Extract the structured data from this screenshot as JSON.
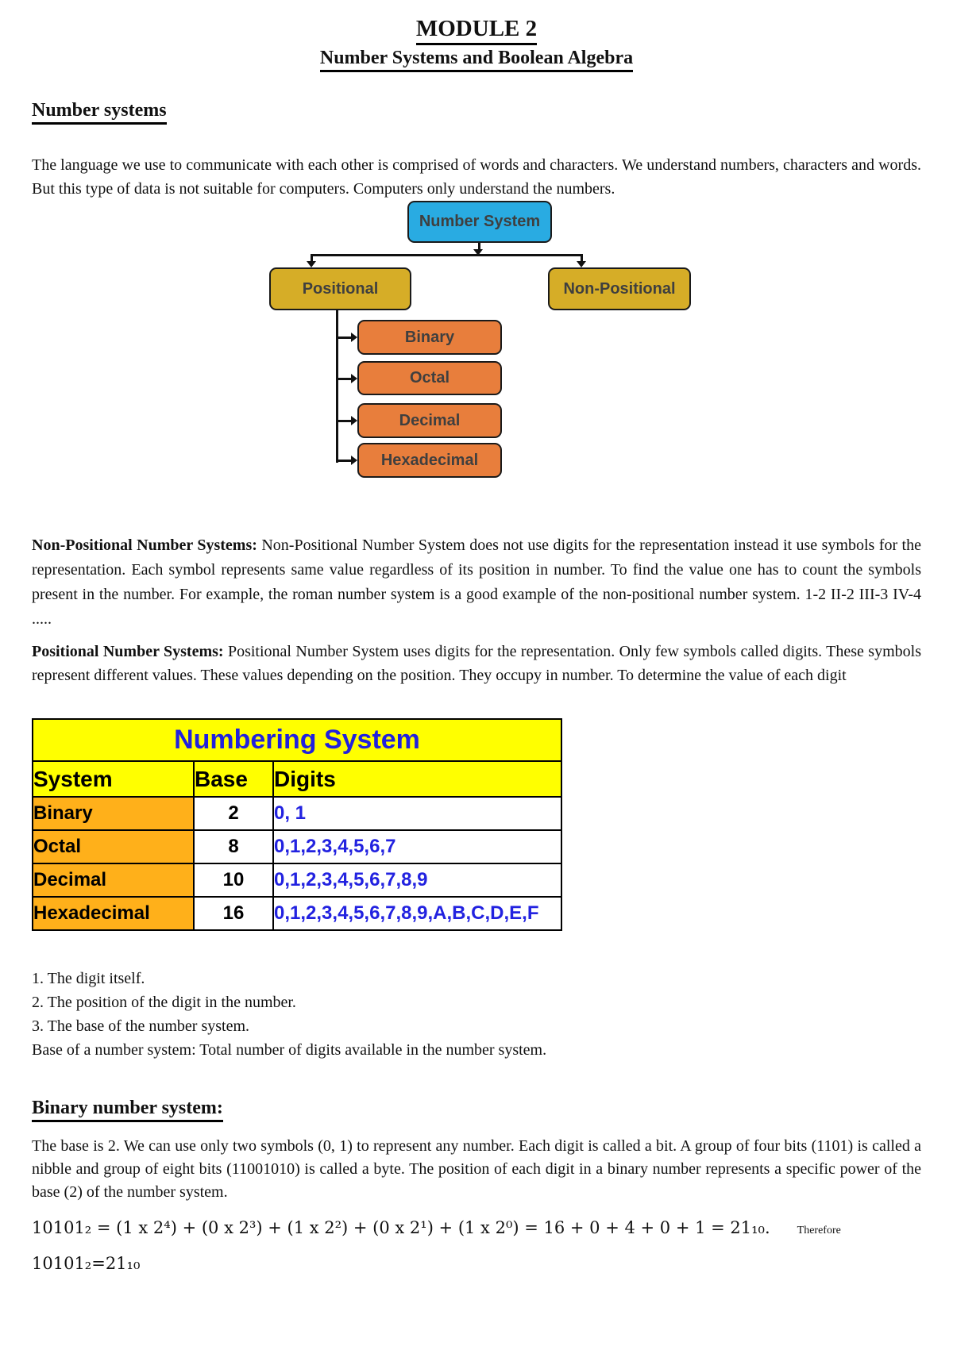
{
  "header": {
    "title": "MODULE 2",
    "subtitle": "Number Systems and Boolean Algebra"
  },
  "number_systems": {
    "heading": "Number systems",
    "intro": "The language we use to communicate with each other is comprised of words and characters. We understand numbers, characters and words. But this type of data is not suitable for computers. Computers only understand the numbers."
  },
  "diagram": {
    "root_label": "Number System",
    "branch_left_label": "Positional",
    "branch_right_label": "Non-Positional",
    "children": [
      "Binary",
      "Octal",
      "Decimal",
      "Hexadecimal"
    ],
    "colors": {
      "root_fill": "#29ABE2",
      "branch_fill": "#D6AD27",
      "child_fill": "#E87E3C",
      "connector": "#111111"
    }
  },
  "paragraphs": {
    "non_positional_lead": "Non-Positional Number Systems:",
    "non_positional_body": " Non-Positional Number System does not use digits for the representation instead it use symbols for the representation. Each symbol represents same value regardless of its position in number. To find the value one has to count the symbols present in the number. For example, the roman number system is a good example of the non-positional number system. 1-2 II-2 III-3 IV-4 .....",
    "positional_lead": "Positional Number Systems:",
    "positional_body": " Positional Number System uses digits for the representation. Only few symbols called digits. These symbols represent different values. These values depending on the position. They occupy in number. To determine the value of each digit"
  },
  "table": {
    "title": "Numbering System",
    "headers": [
      "System",
      "Base",
      "Digits"
    ],
    "rows": [
      {
        "system": "Binary",
        "base": "2",
        "digits": "0, 1"
      },
      {
        "system": "Octal",
        "base": "8",
        "digits": "0,1,2,3,4,5,6,7"
      },
      {
        "system": "Decimal",
        "base": "10",
        "digits": "0,1,2,3,4,5,6,7,8,9"
      },
      {
        "system": "Hexadecimal",
        "base": "16",
        "digits": "0,1,2,3,4,5,6,7,8,9,A,B,C,D,E,F"
      }
    ],
    "colors": {
      "header_bg": "#FFFF00",
      "title_text": "#2121DE",
      "system_col_bg": "#FFB01A",
      "digits_text": "#2222E0"
    }
  },
  "digit_value_list": {
    "items": [
      "1. The digit itself.",
      "2. The position of the digit in the number.",
      "3. The base of the number system."
    ],
    "base_note": "Base of a number system: Total number of digits available in the number system."
  },
  "binary_section": {
    "heading": "Binary number system:",
    "body": "The base is 2. We can use only two symbols (0, 1) to represent any number. Each digit is called a bit. A group of four bits (1101) is called a nibble and group of eight bits (11001010) is called a byte. The position of each digit in a binary number represents a specific power of the base (2) of the number system.",
    "formula": "10101₂ = (1 x 2⁴) + (0 x 2³) + (1 x 2²) + (0 x 2¹) + (1 x 2⁰) = 16 + 0 + 4 + 0 + 1 = 21₁₀.",
    "therefore": "Therefore",
    "result": "10101₂=21₁₀"
  }
}
